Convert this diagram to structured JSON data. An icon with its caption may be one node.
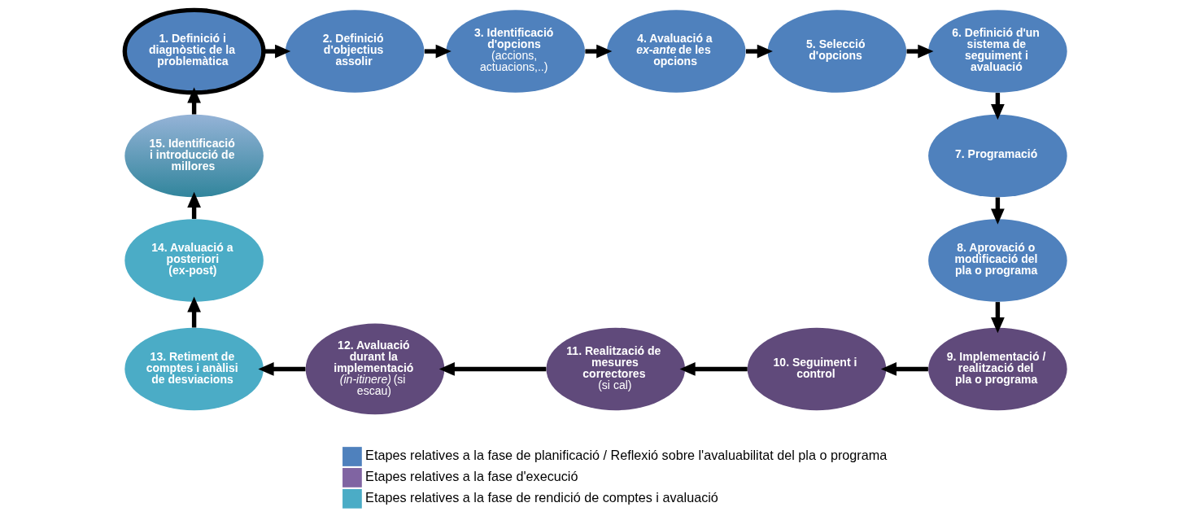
{
  "diagram": {
    "nodes": [
      {
        "text": [
          "1. Definició i diagnòstic de la problemàtica"
        ]
      },
      {
        "text": [
          "2. Definició d'objectius assolir"
        ]
      },
      {
        "text": [
          "3. Identificació d'opcions",
          "(accions, actuacions,..)"
        ]
      },
      {
        "text": [
          "4. Avaluació a *ex-ante* de les opcions"
        ]
      },
      {
        "text": [
          "5. Selecció d'opcions"
        ]
      },
      {
        "text": [
          "6. Definició d'un sistema de seguiment i avaluació"
        ]
      },
      {
        "text": [
          "7. Programació"
        ]
      },
      {
        "text": [
          "8. Aprovació o modificació del pla o programa"
        ]
      },
      {
        "text": [
          "9. Implementació / realització del pla o programa"
        ]
      },
      {
        "text": [
          "10. Seguiment i control"
        ]
      },
      {
        "text": [
          "11. Realització de mesures correctores",
          "(si cal)"
        ]
      },
      {
        "text": [
          "12. Avaluació durant la implementació",
          "*(in-itinere)* (si escau)"
        ]
      },
      {
        "text": [
          "13. Retiment de comptes i anàlisi de desviacions"
        ]
      },
      {
        "text": [
          "14. Avaluació a posteriori",
          "(ex-post)"
        ]
      },
      {
        "text": [
          "15. Identificació i introducció de millores"
        ]
      }
    ],
    "edges": [
      {
        "from": 0,
        "to": 1,
        "arrow": "to"
      },
      {
        "from": 1,
        "to": 2,
        "arrow": "to"
      },
      {
        "from": 2,
        "to": 3,
        "arrow": "to"
      },
      {
        "from": 3,
        "to": 4,
        "arrow": "to"
      },
      {
        "from": 4,
        "to": 5,
        "arrow": "to"
      },
      {
        "from": 5,
        "to": 6,
        "arrow": "to"
      },
      {
        "from": 6,
        "to": 7,
        "arrow": "to"
      },
      {
        "from": 7,
        "to": 8,
        "arrow": "to"
      },
      {
        "from": 8,
        "to": 9,
        "arrow": "to"
      },
      {
        "from": 9,
        "to": 10,
        "arrow": "to"
      },
      {
        "from": 10,
        "to": 11,
        "arrow": "to"
      },
      {
        "from": 11,
        "to": 12,
        "arrow": "to"
      },
      {
        "from": 12,
        "to": 13,
        "arrow": "to"
      },
      {
        "from": 13,
        "to": 14,
        "arrow": "to"
      },
      {
        "from": 14,
        "to": 0,
        "arrow": "to"
      }
    ],
    "legend": [
      {
        "text": "Etapes relatives a la fase de planificació / Reflexió sobre l'avaluabilitat del pla o programa",
        "color": "#4f81bd"
      },
      {
        "text": "Etapes relatives a la fase d'execució",
        "color": "#8064a2"
      },
      {
        "text": "Etapes relatives a la fase de rendició de comptes i avaluació",
        "color": "#4bacc6"
      }
    ]
  }
}
